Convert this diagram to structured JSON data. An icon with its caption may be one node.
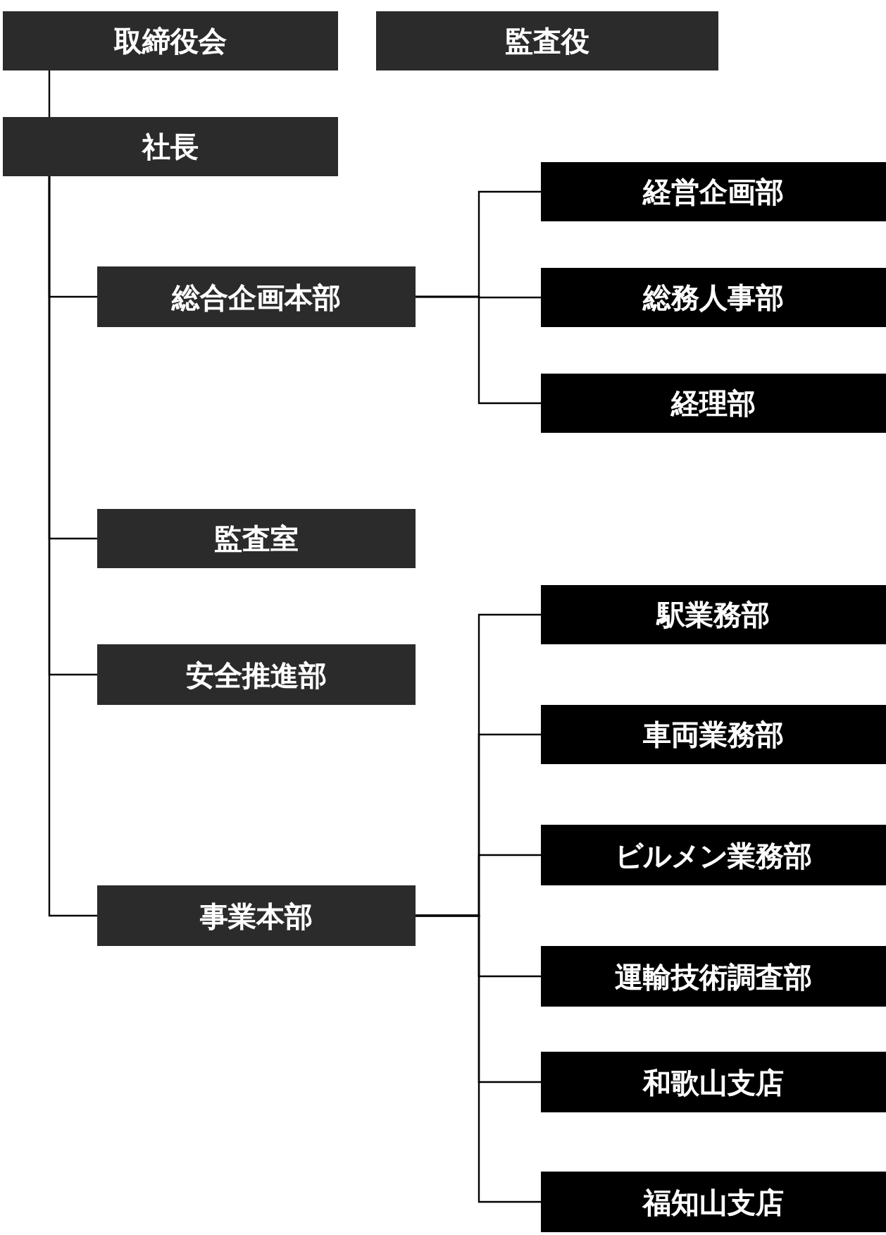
{
  "diagram": {
    "nodes": [
      {
        "text": [
          "取締役会"
        ]
      },
      {
        "text": [
          "監査役"
        ]
      },
      {
        "text": [
          "社長"
        ]
      },
      {
        "text": [
          "総合企画本部"
        ]
      },
      {
        "text": [
          "経営企画部"
        ]
      },
      {
        "text": [
          "総務人事部"
        ]
      },
      {
        "text": [
          "経理部"
        ]
      },
      {
        "text": [
          "監査室"
        ]
      },
      {
        "text": [
          "安全推進部"
        ]
      },
      {
        "text": [
          "事業本部"
        ]
      },
      {
        "text": [
          "駅業務部"
        ]
      },
      {
        "text": [
          "車両業務部"
        ]
      },
      {
        "text": [
          "ビルメン業務部"
        ]
      },
      {
        "text": [
          "運輸技術調査部"
        ]
      },
      {
        "text": [
          "和歌山支店"
        ]
      },
      {
        "text": [
          "福知山支店"
        ]
      }
    ],
    "edges": [
      {
        "from": 0,
        "to": 2,
        "arrow": "none"
      },
      {
        "from": 2,
        "to": 3,
        "arrow": "none"
      },
      {
        "from": 2,
        "to": 7,
        "arrow": "none"
      },
      {
        "from": 2,
        "to": 8,
        "arrow": "none"
      },
      {
        "from": 2,
        "to": 9,
        "arrow": "none"
      },
      {
        "from": 3,
        "to": 4,
        "arrow": "none"
      },
      {
        "from": 3,
        "to": 5,
        "arrow": "none"
      },
      {
        "from": 3,
        "to": 6,
        "arrow": "none"
      },
      {
        "from": 9,
        "to": 10,
        "arrow": "none"
      },
      {
        "from": 9,
        "to": 11,
        "arrow": "none"
      },
      {
        "from": 9,
        "to": 12,
        "arrow": "none"
      },
      {
        "from": 9,
        "to": 13,
        "arrow": "none"
      },
      {
        "from": 9,
        "to": 14,
        "arrow": "none"
      },
      {
        "from": 9,
        "to": 15,
        "arrow": "none"
      }
    ]
  }
}
